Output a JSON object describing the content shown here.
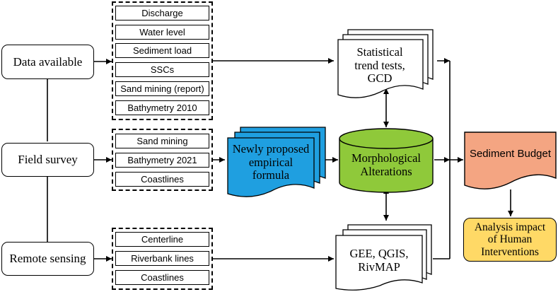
{
  "sources": {
    "data_available": "Data available",
    "field_survey": "Field survey",
    "remote_sensing": "Remote sensing"
  },
  "groups": {
    "data_items": [
      "Discharge",
      "Water level",
      "Sediment load",
      "SSCs",
      "Sand mining (report)",
      "Bathymetry 2010"
    ],
    "field_items": [
      "Sand mining",
      "Bathymetry 2021",
      "Coastlines"
    ],
    "remote_items": [
      "Centerline",
      "Riverbank lines",
      "Coastlines"
    ]
  },
  "nodes": {
    "statistical": {
      "line1": "Statistical",
      "line2": "trend tests,",
      "line3": "GCD"
    },
    "formula": {
      "line1": "Newly proposed",
      "line2": "empirical",
      "line3": "formula"
    },
    "morph": {
      "line1": "Morphological",
      "line2": "Alterations"
    },
    "gee": {
      "line1": "GEE, QGIS,",
      "line2": "RivMAP"
    },
    "budget": "Sediment Budget",
    "impact": {
      "line1": "Analysis impact",
      "line2": "of Human",
      "line3": "Interventions"
    }
  },
  "colors": {
    "formula_fill": "#1f9fe0",
    "morph_fill": "#8fc93a",
    "budget_fill": "#f4a582",
    "impact_fill": "#ffd966"
  }
}
